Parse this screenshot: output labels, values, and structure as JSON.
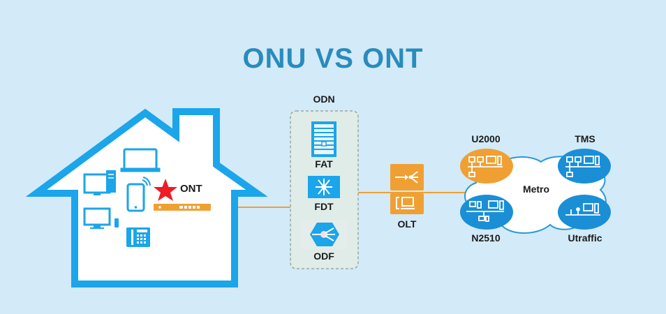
{
  "title": "ONU VS ONT",
  "colors": {
    "background": "#d3eaf8",
    "title": "#2a8bbd",
    "house_outline": "#1ba5ea",
    "device": "#1ba5ea",
    "orange": "#f0a033",
    "star": "#ee1c24",
    "node_blue": "#1a8fd6",
    "odn_box": "#dfece7"
  },
  "house": {
    "devices": [
      "laptop",
      "desktop-computer",
      "smartphone",
      "tv-monitor",
      "desk-phone"
    ],
    "ont_label": "ONT"
  },
  "odn": {
    "label": "ODN",
    "items": [
      {
        "label": "FAT",
        "icon": "fiber-access-terminal-icon"
      },
      {
        "label": "FDT",
        "icon": "fiber-distribution-icon"
      },
      {
        "label": "ODF",
        "icon": "optical-distribution-frame-icon"
      }
    ]
  },
  "olt": {
    "label": "OLT"
  },
  "metro": {
    "label": "Metro",
    "nodes": [
      {
        "label": "U2000",
        "color": "orange"
      },
      {
        "label": "TMS",
        "color": "blue"
      },
      {
        "label": "N2510",
        "color": "blue"
      },
      {
        "label": "Utraffic",
        "color": "blue"
      }
    ]
  }
}
